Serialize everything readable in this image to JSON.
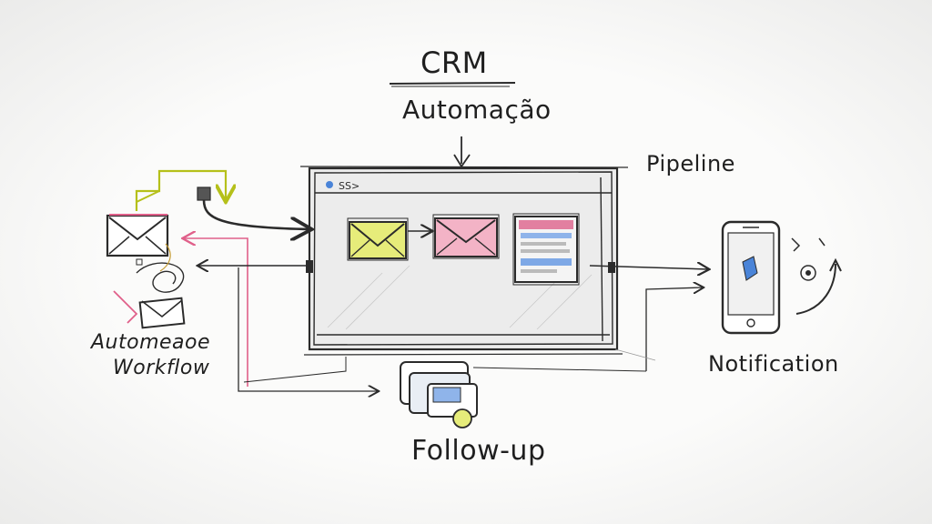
{
  "diagram": {
    "title": "CRM",
    "subtitle": "Automação",
    "pipeline_label": "Pipeline",
    "workflow_label_line1": "Automeaoe",
    "workflow_label_line2": "Workflow",
    "notification_label": "Notification",
    "followup_label": "Follow-up",
    "window_tab_text": "SS>"
  },
  "colors": {
    "ink": "#2b2b2b",
    "yellow": "#c8d21e",
    "pink": "#e0608a",
    "blue": "#4a84d8",
    "window_fill": "#e8e8e8"
  }
}
